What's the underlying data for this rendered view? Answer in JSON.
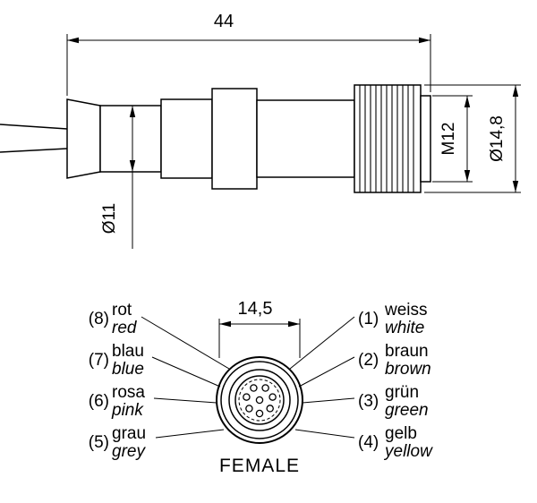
{
  "colors": {
    "line": "#000000",
    "background": "#ffffff"
  },
  "side_view": {
    "dim_length": "44",
    "dim_thread": "M12",
    "dim_nut_diameter": "Ø14,8",
    "dim_cable_diameter": "Ø11"
  },
  "face_view": {
    "dim_face": "14,5",
    "gender_label": "FEMALE",
    "pins": [
      {
        "number": "(1)",
        "color_de": "weiss",
        "color_en": "white"
      },
      {
        "number": "(2)",
        "color_de": "braun",
        "color_en": "brown"
      },
      {
        "number": "(3)",
        "color_de": "grün",
        "color_en": "green"
      },
      {
        "number": "(4)",
        "color_de": "gelb",
        "color_en": "yellow"
      },
      {
        "number": "(5)",
        "color_de": "grau",
        "color_en": "grey"
      },
      {
        "number": "(6)",
        "color_de": "rosa",
        "color_en": "pink"
      },
      {
        "number": "(7)",
        "color_de": "blau",
        "color_en": "blue"
      },
      {
        "number": "(8)",
        "color_de": "rot",
        "color_en": "red"
      }
    ]
  }
}
